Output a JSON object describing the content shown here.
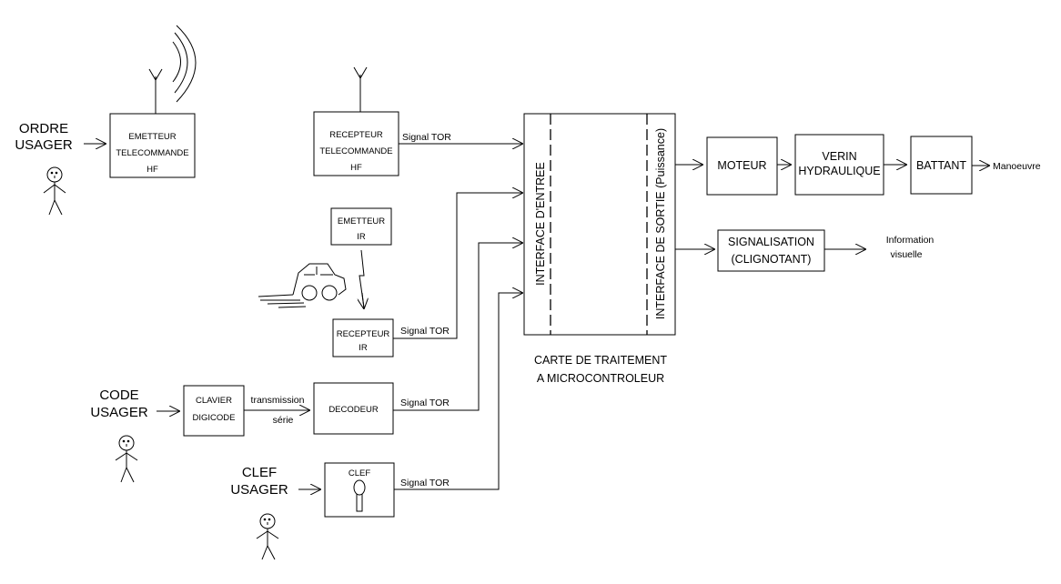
{
  "users": {
    "ordre": [
      "ORDRE",
      "USAGER"
    ],
    "code": [
      "CODE",
      "USAGER"
    ],
    "clef": [
      "CLEF",
      "USAGER"
    ]
  },
  "blocks": {
    "emetteur_hf": [
      "EMETTEUR",
      "TELECOMMANDE",
      "HF"
    ],
    "recepteur_hf": [
      "RECEPTEUR",
      "TELECOMMANDE",
      "HF"
    ],
    "emetteur_ir": [
      "EMETTEUR",
      "IR"
    ],
    "recepteur_ir": [
      "RECEPTEUR",
      "IR"
    ],
    "clavier": [
      "CLAVIER",
      "DIGICODE"
    ],
    "decodeur": "DECODEUR",
    "clef": "CLEF",
    "moteur": "MOTEUR",
    "verin": [
      "VERIN",
      "HYDRAULIQUE"
    ],
    "battant": "BATTANT",
    "signalisation": [
      "SIGNALISATION",
      "(CLIGNOTANT)"
    ]
  },
  "card": {
    "input_interface": "INTERFACE D'ENTREE",
    "output_interface": "INTERFACE DE SORTIE (Puissance)",
    "caption": [
      "CARTE DE TRAITEMENT",
      "A MICROCONTROLEUR"
    ]
  },
  "signals": {
    "tor_hf": "Signal TOR",
    "tor_ir": "Signal TOR",
    "tor_decodeur": "Signal TOR",
    "tor_clef": "Signal TOR",
    "transmission": [
      "transmission",
      "série"
    ]
  },
  "outputs": {
    "manoeuvre": "Manoeuvre",
    "information": [
      "Information",
      "visuelle"
    ]
  }
}
